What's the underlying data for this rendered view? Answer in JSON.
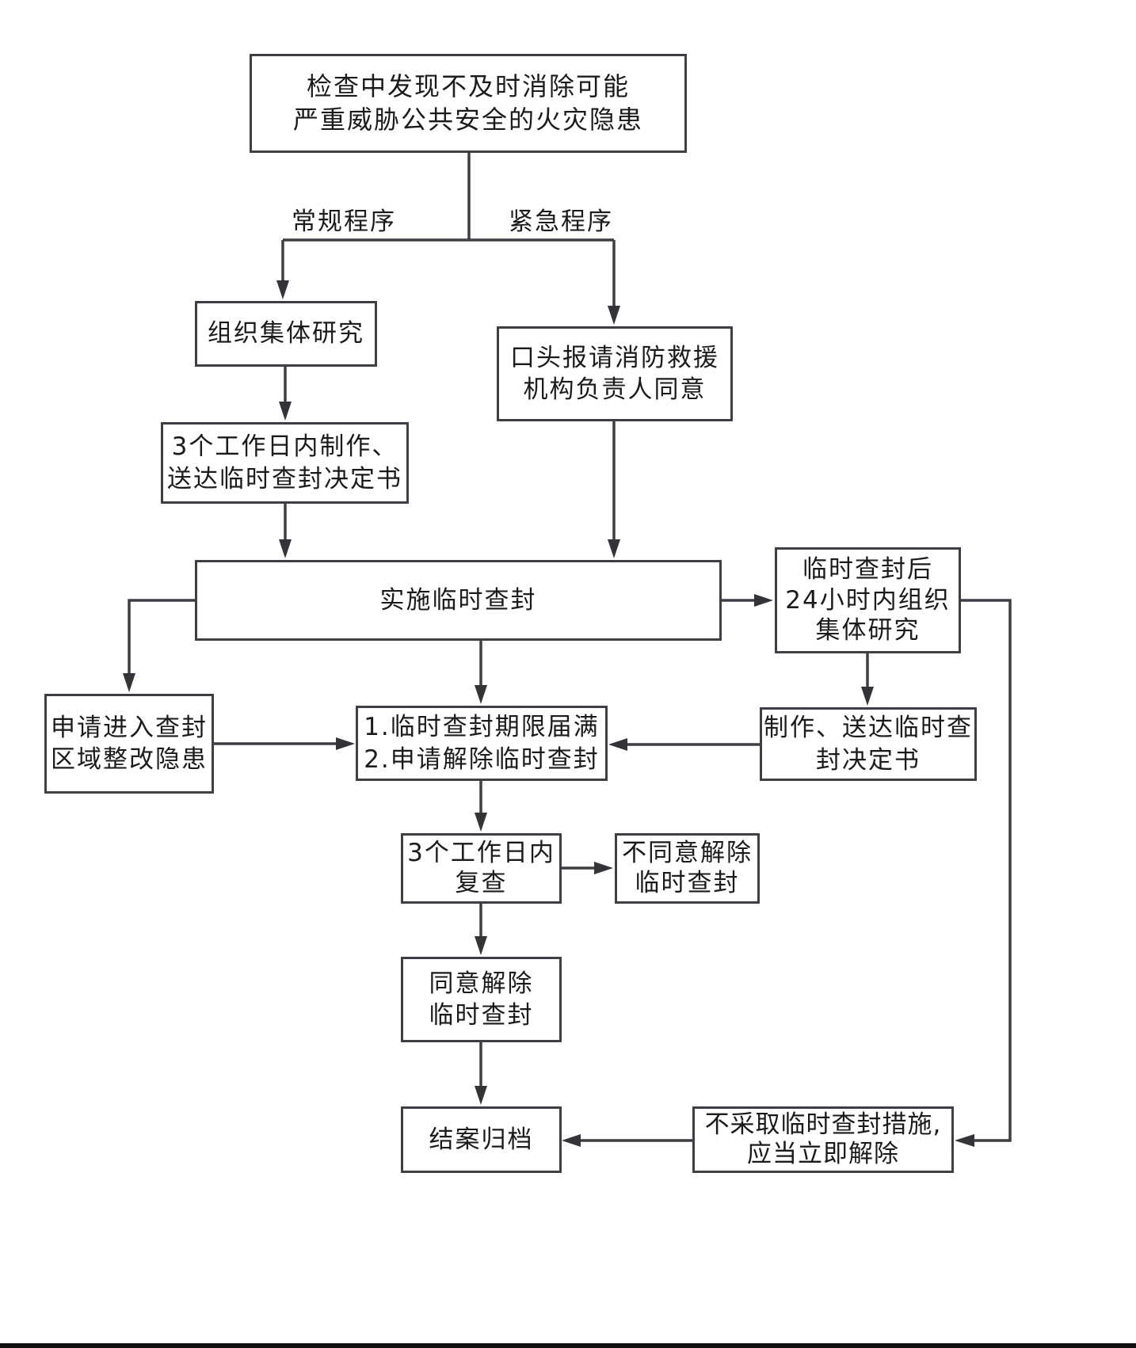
{
  "diagram": {
    "type": "flowchart",
    "nodes": {
      "start": {
        "label": "检查中发现不及时消除可能\n严重威胁公共安全的火灾隐患"
      },
      "collective_research": {
        "label": "组织集体研究"
      },
      "oral_approval": {
        "label": "口头报请消防救援\n机构负责人同意"
      },
      "make_deliver_3days": {
        "label": "3个工作日内制作、\n送达临时查封决定书"
      },
      "implement_seal": {
        "label": "实施临时查封"
      },
      "research_24h": {
        "label": "临时查封后\n24小时内组织\n集体研究"
      },
      "apply_enter": {
        "label": "申请进入查封\n区域整改隐患"
      },
      "expire_or_apply": {
        "label": "1.临时查封期限届满\n2.申请解除临时查封"
      },
      "make_deliver_decision": {
        "label": "制作、送达临时查\n封决定书"
      },
      "review_3days": {
        "label": "3个工作日内\n复查"
      },
      "disagree_release": {
        "label": "不同意解除\n临时查封"
      },
      "agree_release": {
        "label": "同意解除\n临时查封"
      },
      "close_archive": {
        "label": "结案归档"
      },
      "not_adopt_release": {
        "label": "不采取临时查封措施,\n应当立即解除"
      }
    },
    "branch_labels": {
      "regular": "常规程序",
      "emergency": "紧急程序"
    },
    "edges": [
      {
        "from": "start",
        "to": "collective_research",
        "label": "常规程序"
      },
      {
        "from": "start",
        "to": "oral_approval",
        "label": "紧急程序"
      },
      {
        "from": "collective_research",
        "to": "make_deliver_3days"
      },
      {
        "from": "make_deliver_3days",
        "to": "implement_seal"
      },
      {
        "from": "oral_approval",
        "to": "implement_seal"
      },
      {
        "from": "implement_seal",
        "to": "research_24h"
      },
      {
        "from": "implement_seal",
        "to": "apply_enter"
      },
      {
        "from": "implement_seal",
        "to": "expire_or_apply"
      },
      {
        "from": "research_24h",
        "to": "make_deliver_decision"
      },
      {
        "from": "research_24h",
        "to": "not_adopt_release"
      },
      {
        "from": "make_deliver_decision",
        "to": "expire_or_apply"
      },
      {
        "from": "apply_enter",
        "to": "expire_or_apply"
      },
      {
        "from": "expire_or_apply",
        "to": "review_3days"
      },
      {
        "from": "review_3days",
        "to": "disagree_release"
      },
      {
        "from": "review_3days",
        "to": "agree_release"
      },
      {
        "from": "agree_release",
        "to": "close_archive"
      },
      {
        "from": "not_adopt_release",
        "to": "close_archive"
      }
    ],
    "colors": {
      "stroke": "#3d3f44",
      "text": "#1b1b1b",
      "background": "#ffffff"
    }
  }
}
